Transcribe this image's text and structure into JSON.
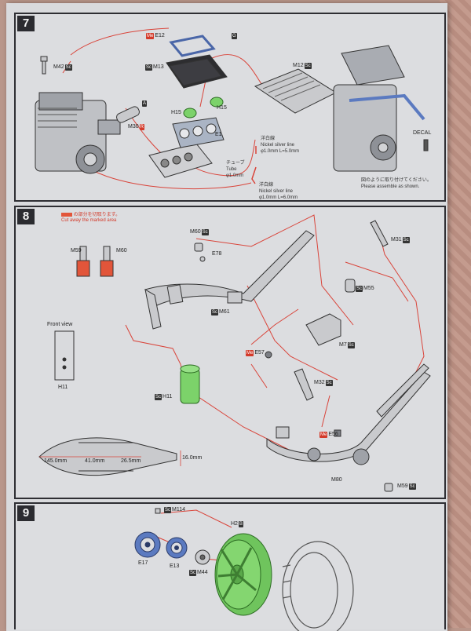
{
  "colors": {
    "leader_red": "#d9443a",
    "part_green": "#7cd26a",
    "cut_orange": "#e2553a",
    "sprocket_blue": "#5b7ac0"
  },
  "step7": {
    "number": "7",
    "labels": {
      "m42": "M42",
      "m42_tag": "Sc",
      "e12": "E12",
      "e12_tag": "Me",
      "g": "G",
      "m13": "M13",
      "m13_tag": "Sc",
      "m12": "M12",
      "m12_tag": "Sc",
      "h15a": "H15",
      "h15b": "H15",
      "e1": "E1",
      "m30": "M30",
      "m30_tag": "R",
      "a": "A",
      "tube_jp": "チューブ",
      "tube_en": "Tube",
      "tube_size": "φ1.0mm",
      "nickel1_jp": "洋白線",
      "nickel1_en": "Nickel silver line",
      "nickel1_size": "φ1.0mm  L=5.0mm",
      "nickel2_jp": "洋白線",
      "nickel2_en": "Nickel silver line",
      "nickel2_size": "φ1.0mm  L=6.0mm",
      "decal": "DECAL",
      "assemble_jp": "図のように取り付けてください。",
      "assemble_en": "Please assemble as shown."
    }
  },
  "step8": {
    "number": "8",
    "cut_note_jp": "の部分を切取ります。",
    "cut_note_en": "Cut away the marked area",
    "labels": {
      "m59": "M59",
      "m60": "M60",
      "m60_top": "M60",
      "m60_top_tag": "Sc",
      "e78": "E78",
      "m31": "M31",
      "m31_tag": "Sc",
      "m55": "M55",
      "m55_tag": "Sc",
      "m61": "M61",
      "m61_tag": "Sc",
      "e57": "E57",
      "e57_tag": "Me",
      "m7": "M7",
      "m7_tag": "Sc",
      "m32": "M32",
      "m32_tag": "Sc",
      "h11": "H11",
      "h11_tag": "Sc",
      "e56": "E56",
      "e56_tag": "Me",
      "m80": "M80",
      "m59_bottom": "M59",
      "m59_bottom_tag": "Sc",
      "front_view": "Front view",
      "h11_front": "H11",
      "dim_145": "145.0mm",
      "dim_41": "41.0mm",
      "dim_265": "26.5mm",
      "dim_16": "16.0mm"
    }
  },
  "step9": {
    "number": "9",
    "labels": {
      "m114": "M114",
      "m114_tag": "Sc",
      "h2": "H2",
      "h2_tag": "B",
      "e17": "E17",
      "e13": "E13",
      "m44": "M44",
      "m44_tag": "Sc"
    }
  }
}
